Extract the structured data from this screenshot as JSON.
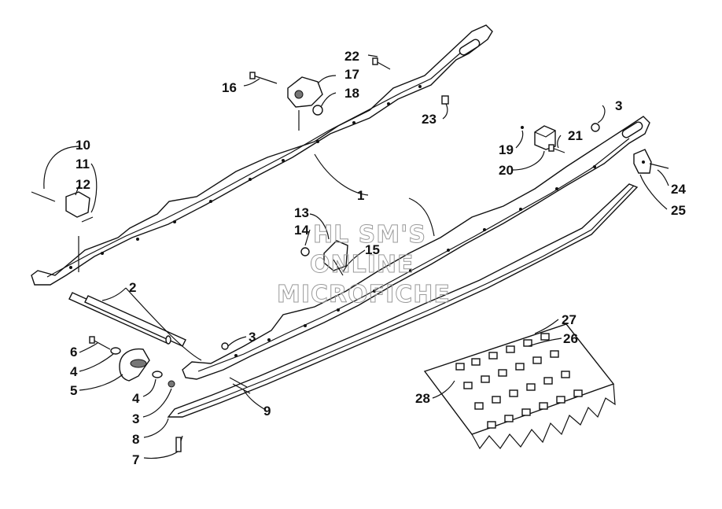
{
  "watermark": {
    "line1": "HL SM'S",
    "line2": "ONLINE",
    "line3": "MICROFICHE"
  },
  "callouts": [
    {
      "id": "c1",
      "label": "1"
    },
    {
      "id": "c2",
      "label": "2"
    },
    {
      "id": "c3a",
      "label": "3"
    },
    {
      "id": "c3b",
      "label": "3"
    },
    {
      "id": "c3c",
      "label": "3"
    },
    {
      "id": "c4a",
      "label": "4"
    },
    {
      "id": "c4b",
      "label": "4"
    },
    {
      "id": "c5",
      "label": "5"
    },
    {
      "id": "c6",
      "label": "6"
    },
    {
      "id": "c7",
      "label": "7"
    },
    {
      "id": "c8",
      "label": "8"
    },
    {
      "id": "c9",
      "label": "9"
    },
    {
      "id": "c10",
      "label": "10"
    },
    {
      "id": "c11",
      "label": "11"
    },
    {
      "id": "c12",
      "label": "12"
    },
    {
      "id": "c13",
      "label": "13"
    },
    {
      "id": "c14",
      "label": "14"
    },
    {
      "id": "c15",
      "label": "15"
    },
    {
      "id": "c16",
      "label": "16"
    },
    {
      "id": "c17",
      "label": "17"
    },
    {
      "id": "c18",
      "label": "18"
    },
    {
      "id": "c19",
      "label": "19"
    },
    {
      "id": "c20",
      "label": "20"
    },
    {
      "id": "c21",
      "label": "21"
    },
    {
      "id": "c22",
      "label": "22"
    },
    {
      "id": "c23",
      "label": "23"
    },
    {
      "id": "c24",
      "label": "24"
    },
    {
      "id": "c25",
      "label": "25"
    },
    {
      "id": "c26",
      "label": "26"
    },
    {
      "id": "c27",
      "label": "27"
    },
    {
      "id": "c28",
      "label": "28"
    }
  ]
}
